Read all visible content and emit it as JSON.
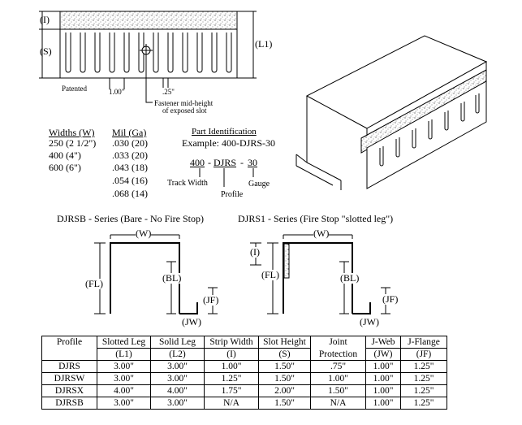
{
  "slot_drawing": {
    "label_i": "(I)",
    "label_s": "(S)",
    "label_l1": "(L1)",
    "patented": "Patented",
    "pitch": "1.00\"",
    "slot_width": ".25\"",
    "fastener_note_1": "Fastener mid-height",
    "fastener_note_2": "of exposed slot"
  },
  "widths": {
    "header": "Widths (W)",
    "items": [
      "250  (2 1/2\")",
      "400  (4\")",
      "600  (6\")"
    ]
  },
  "mils": {
    "header": "Mil (Ga)",
    "items": [
      ".030 (20)",
      ".033 (20)",
      ".043 (18)",
      ".054 (16)",
      ".068 (14)"
    ]
  },
  "part_id": {
    "title": "Part Identification",
    "example": "Example: 400-DJRS-30",
    "code_width": "400",
    "code_dash1": "-",
    "code_profile": "DJRS",
    "code_dash2": "-",
    "code_gauge": "30",
    "label_track_width": "Track Width",
    "label_profile": "Profile",
    "label_gauge": "Gauge"
  },
  "series_left": {
    "title": "DJRSB - Series (Bare - No Fire Stop)",
    "w": "(W)",
    "fl": "(FL)",
    "bl": "(BL)",
    "jf": "(JF)",
    "jw": "(JW)"
  },
  "series_right": {
    "title": "DJRS1 - Series (Fire Stop \"slotted leg\")",
    "w": "(W)",
    "i": "(I)",
    "fl": "(FL)",
    "bl": "(BL)",
    "jf": "(JF)",
    "jw": "(JW)"
  },
  "table": {
    "header_top": [
      "Profile",
      "Slotted Leg",
      "Solid Leg",
      "Strip Width",
      "Slot Height",
      "Joint",
      "J-Web",
      "J-Flange"
    ],
    "header_bottom": [
      "",
      "(L1)",
      "(L2)",
      "(I)",
      "(S)",
      "Protection",
      "(JW)",
      "(JF)"
    ],
    "rows": [
      [
        "DJRS",
        "3.00\"",
        "3.00\"",
        "1.00\"",
        "1.50\"",
        ".75\"",
        "1.00\"",
        "1.25\""
      ],
      [
        "DJRSW",
        "3.00\"",
        "3.00\"",
        "1.25\"",
        "1.50\"",
        "1.00\"",
        "1.00\"",
        "1.25\""
      ],
      [
        "DJRSX",
        "4.00\"",
        "4.00\"",
        "1.75\"",
        "2.00\"",
        "1.50\"",
        "1.00\"",
        "1.25\""
      ],
      [
        "DJRSB",
        "3.00\"",
        "3.00\"",
        "N/A",
        "1.50\"",
        "N/A",
        "1.00\"",
        "1.25\""
      ]
    ]
  }
}
